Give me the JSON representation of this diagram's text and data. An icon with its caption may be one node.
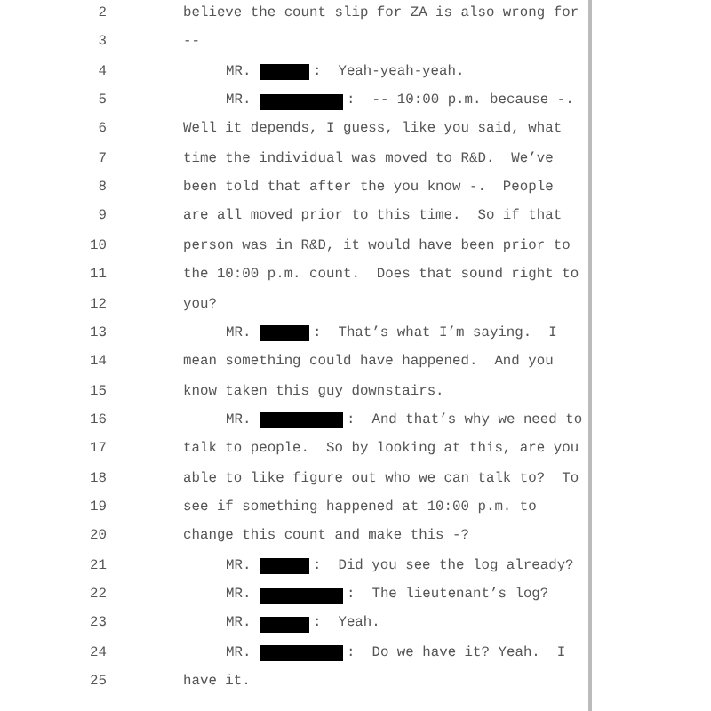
{
  "diagram": {
    "labels": [
      "2",
      "believe the count slip for ZA is also wrong for",
      "3",
      "--",
      "4",
      "MR.",
      ":  Yeah-yeah-yeah.",
      "5",
      "MR.",
      ":  -- 10:00 p.m. because -.",
      "6",
      "Well it depends, I guess, like you said, what",
      "7",
      "time the individual was moved to R&D.  We’ve",
      "8",
      "been told that after the you know -.  People",
      "9",
      "are all moved prior to this time.  So if that",
      "10",
      "person was in R&D, it would have been prior to",
      "11",
      "the 10:00 p.m. count.  Does that sound right to",
      "12",
      "you?",
      "13",
      "MR.",
      ":  That’s what I’m saying.  I",
      "14",
      "mean something could have happened.  And you",
      "15",
      "know taken this guy downstairs.",
      "16",
      "MR.",
      ":  And that’s why we need to",
      "17",
      "talk to people.  So by looking at this, are you",
      "18",
      "able to like figure out who we can talk to?  To",
      "19",
      "see if something happened at 10:00 p.m. to",
      "20",
      "change this count and make this -?",
      "21",
      "MR.",
      ":  Did you see the log already?",
      "22",
      "MR.",
      ":  The lieutenant’s log?",
      "23",
      "MR.",
      ":  Yeah.",
      "24",
      "MR.",
      ":  Do we have it? Yeah.  I",
      "25",
      "have it."
    ]
  }
}
